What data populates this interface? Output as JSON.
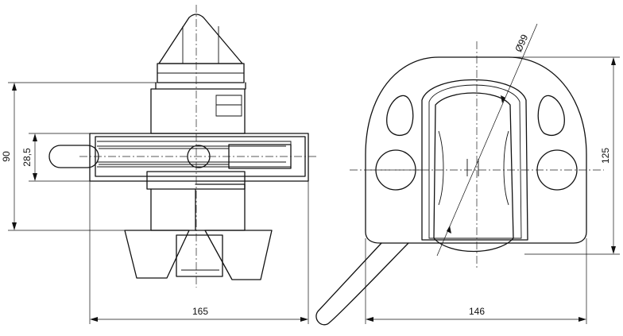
{
  "dimensions": {
    "overall_height": "90",
    "pin_height": "28,5",
    "overall_width_side": "165",
    "overall_width_front": "146",
    "plate_height": "125",
    "diameter": "Ø99"
  }
}
